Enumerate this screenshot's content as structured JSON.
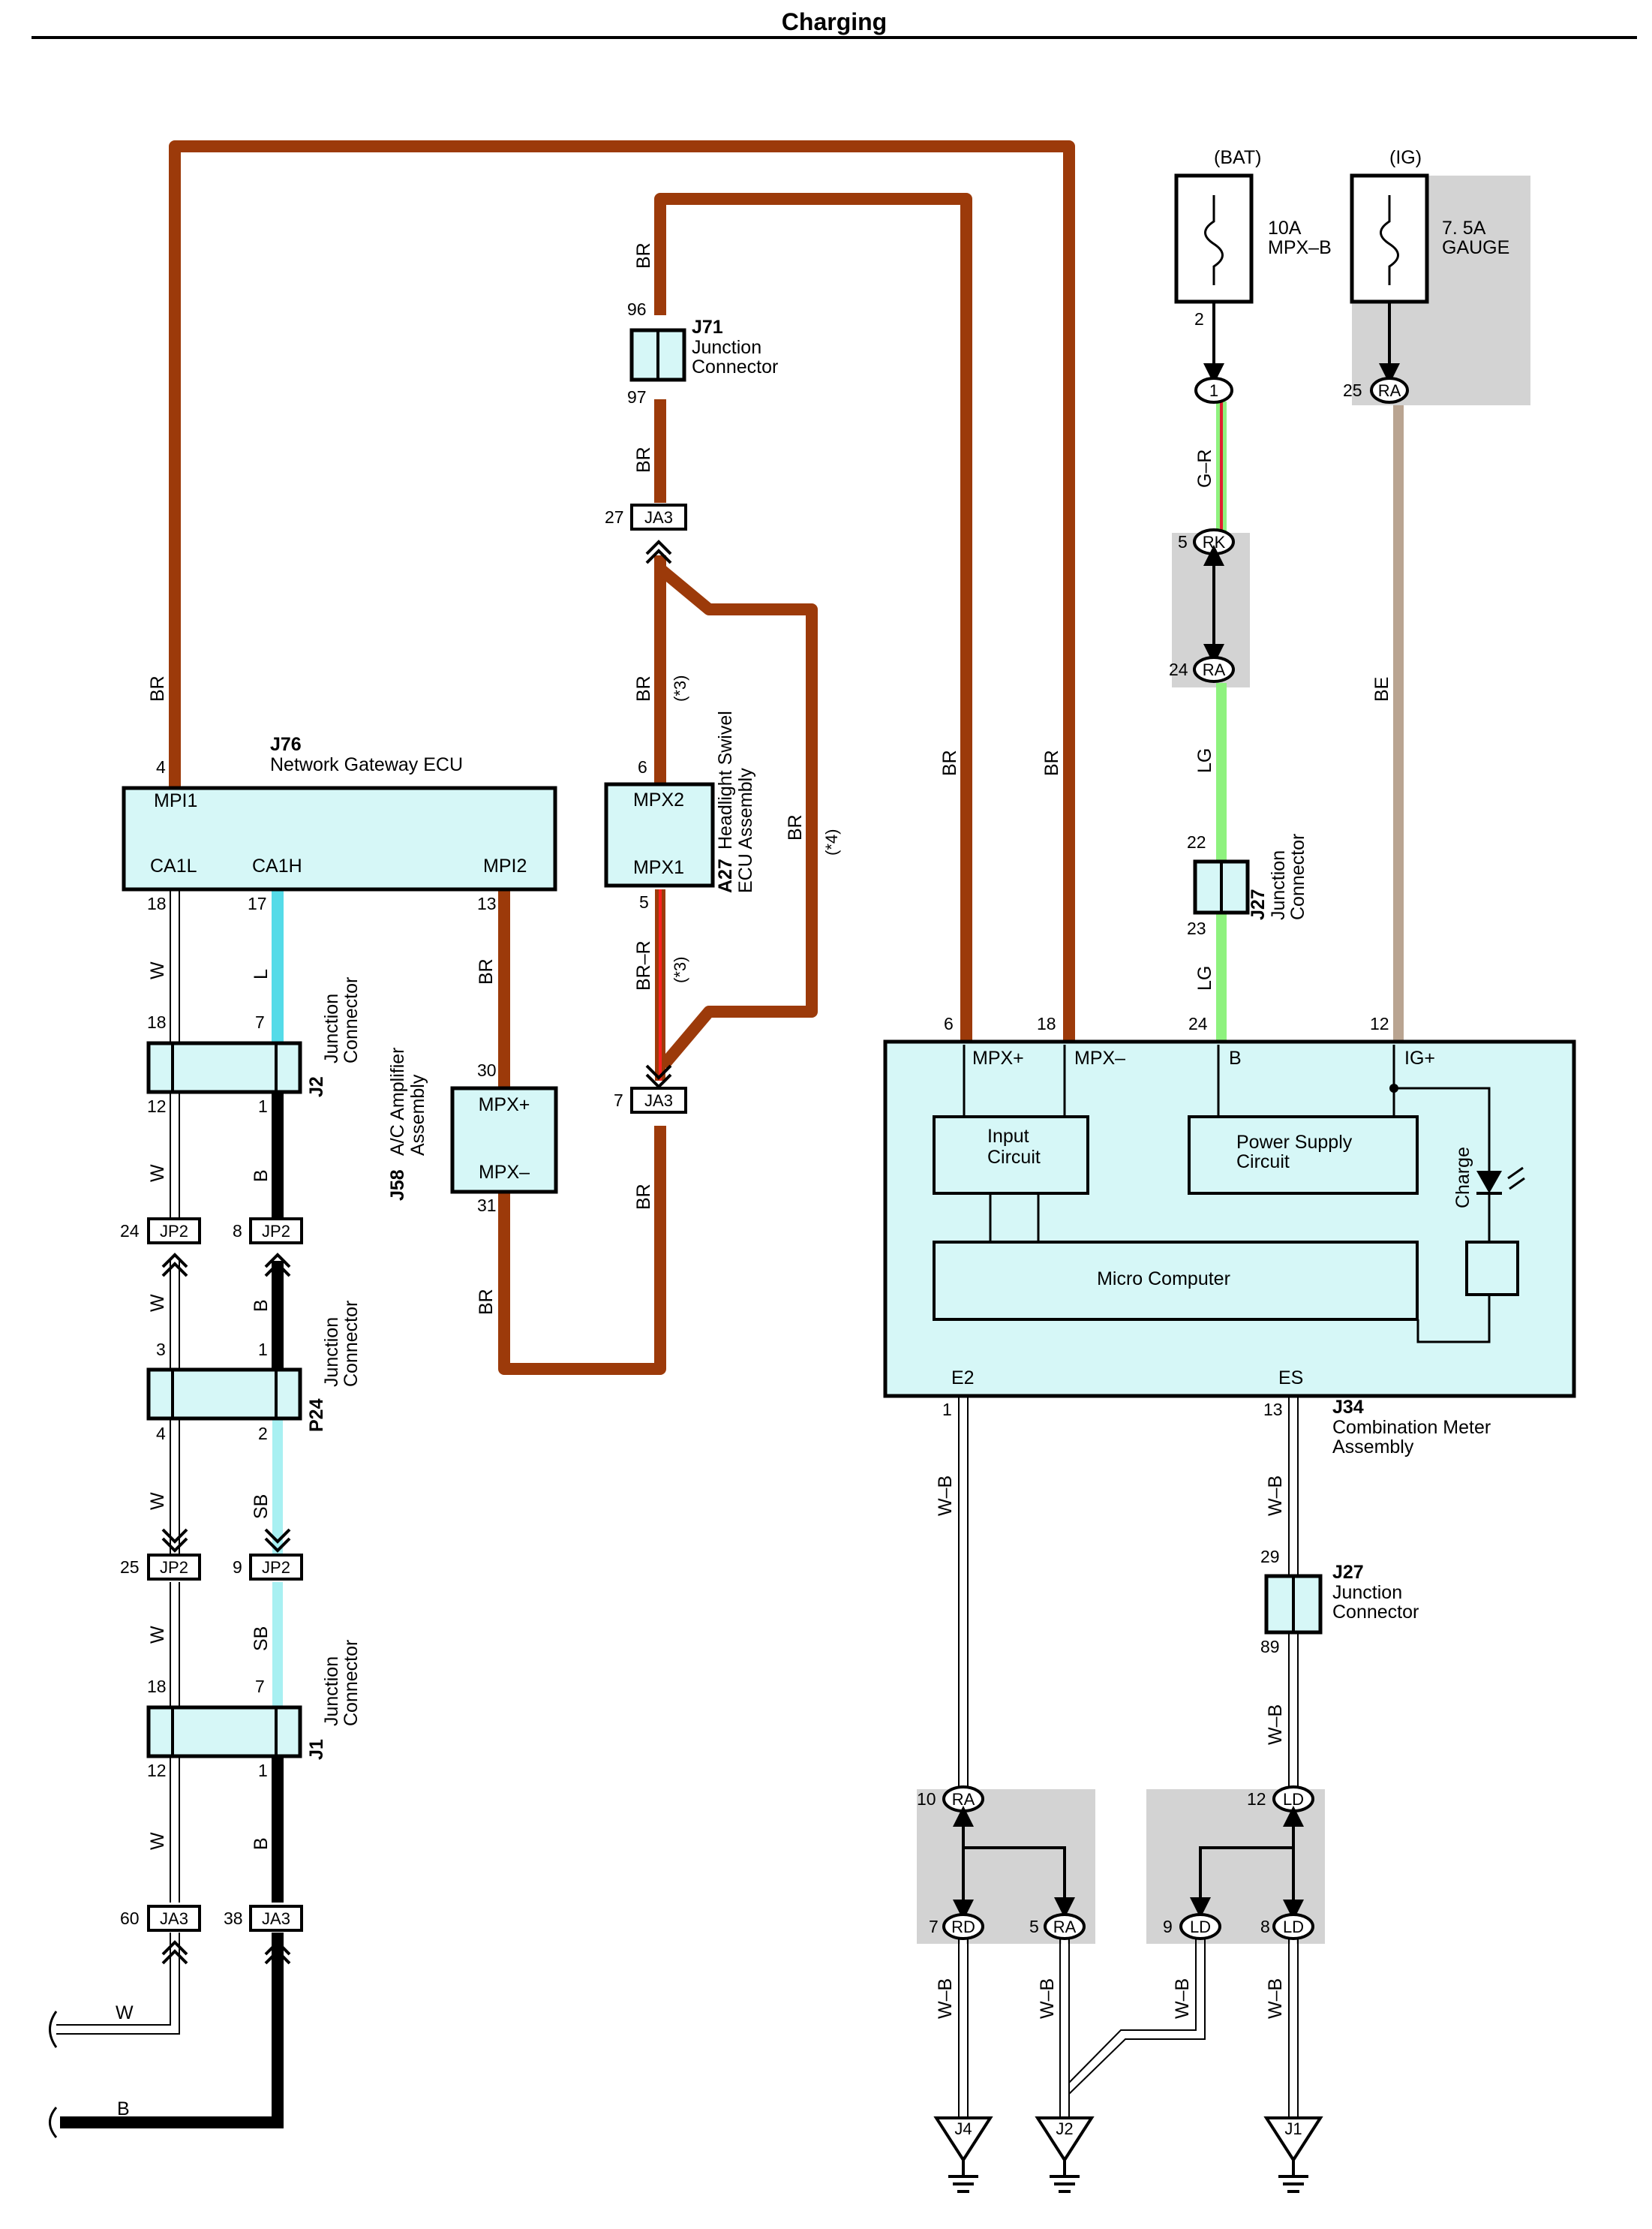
{
  "page": {
    "title": "Charging"
  },
  "colors": {
    "br": "#9c3a0a",
    "lg": "#8ef27e",
    "be": "#b9a491",
    "l": "#55dbe8",
    "sb": "#a8f0f2",
    "box": "#d6f7f7",
    "shade": "#d3d3d3"
  },
  "power": {
    "bat": {
      "source": "(BAT)",
      "fuse": "10A",
      "name": "MPX–B",
      "pin": "2",
      "connector": "1"
    },
    "ig": {
      "source": "(IG)",
      "fuse": "7. 5A",
      "name": "GAUGE",
      "pin": "25",
      "connector": "RA"
    }
  },
  "wires": {
    "br": "BR",
    "br_r": "BR–R",
    "g_r": "G–R",
    "lg": "LG",
    "be": "BE",
    "w": "W",
    "l": "L",
    "b": "B",
    "sb": "SB",
    "w_b": "W–B",
    "note3": "(*3)",
    "note4": "(*4)"
  },
  "components": {
    "j76": {
      "id": "J76",
      "name": "Network Gateway ECU",
      "mpi1": "MPI1",
      "ca1l": "CA1L",
      "ca1h": "CA1H",
      "mpi2": "MPI2",
      "p4": "4",
      "p18": "18",
      "p17": "17",
      "p13": "13"
    },
    "j71": {
      "id": "J71",
      "name1": "Junction",
      "name2": "Connector",
      "p96": "96",
      "p97": "97"
    },
    "a27": {
      "id": "A27",
      "name1": "Headlight Swivel",
      "name2": "ECU Assembly",
      "mpx2": "MPX2",
      "mpx1": "MPX1",
      "p6": "6",
      "p5": "5"
    },
    "j58": {
      "id": "J58",
      "name1": "A/C Amplifier",
      "name2": "Assembly",
      "mpxp": "MPX+",
      "mpxm": "MPX–",
      "p30": "30",
      "p31": "31"
    },
    "j27a": {
      "id": "J27",
      "name1": "Junction",
      "name2": "Connector",
      "p22": "22",
      "p23": "23"
    },
    "j27b": {
      "id": "J27",
      "name1": "Junction",
      "name2": "Connector",
      "p29": "29",
      "p89": "89"
    },
    "j2": {
      "id": "J2",
      "name1": "Junction",
      "name2": "Connector",
      "p18": "18",
      "p7": "7",
      "p12": "12",
      "p1": "1"
    },
    "p24": {
      "id": "P24",
      "name1": "Junction",
      "name2": "Connector",
      "p3": "3",
      "p1": "1",
      "p4": "4",
      "p2": "2"
    },
    "j1": {
      "id": "J1",
      "name1": "Junction",
      "name2": "Connector",
      "p18": "18",
      "p7": "7",
      "p12": "12",
      "p1": "1"
    },
    "j34": {
      "id": "J34",
      "name1": "Combination Meter",
      "name2": "Assembly",
      "mpxp": "MPX+",
      "mpxm": "MPX–",
      "b": "B",
      "igp": "IG+",
      "e2": "E2",
      "es": "ES",
      "input1": "Input",
      "input2": "Circuit",
      "power1": "Power Supply",
      "power2": "Circuit",
      "micro": "Micro Computer",
      "charge": "Charge",
      "p6": "6",
      "p18": "18",
      "p24": "24",
      "p12": "12",
      "p1": "1",
      "p13": "13"
    }
  },
  "connectors": {
    "ja3_27": {
      "label": "JA3",
      "pin": "27"
    },
    "ja3_7": {
      "label": "JA3",
      "pin": "7"
    },
    "jp2_24": {
      "label": "JP2",
      "pin": "24"
    },
    "jp2_8": {
      "label": "JP2",
      "pin": "8"
    },
    "jp2_25": {
      "label": "JP2",
      "pin": "25"
    },
    "jp2_9": {
      "label": "JP2",
      "pin": "9"
    },
    "ja3_60": {
      "label": "JA3",
      "pin": "60"
    },
    "ja3_38": {
      "label": "JA3",
      "pin": "38"
    },
    "rk5": {
      "label": "RK",
      "pin": "5"
    },
    "ra24": {
      "label": "RA",
      "pin": "24"
    },
    "ra10": {
      "label": "RA",
      "pin": "10"
    },
    "rd7": {
      "label": "RD",
      "pin": "7"
    },
    "ra5": {
      "label": "RA",
      "pin": "5"
    },
    "ld12": {
      "label": "LD",
      "pin": "12"
    },
    "ld9": {
      "label": "LD",
      "pin": "9"
    },
    "ld8": {
      "label": "LD",
      "pin": "8"
    }
  },
  "grounds": {
    "j4": "J4",
    "j2": "J2",
    "j1": "J1"
  }
}
